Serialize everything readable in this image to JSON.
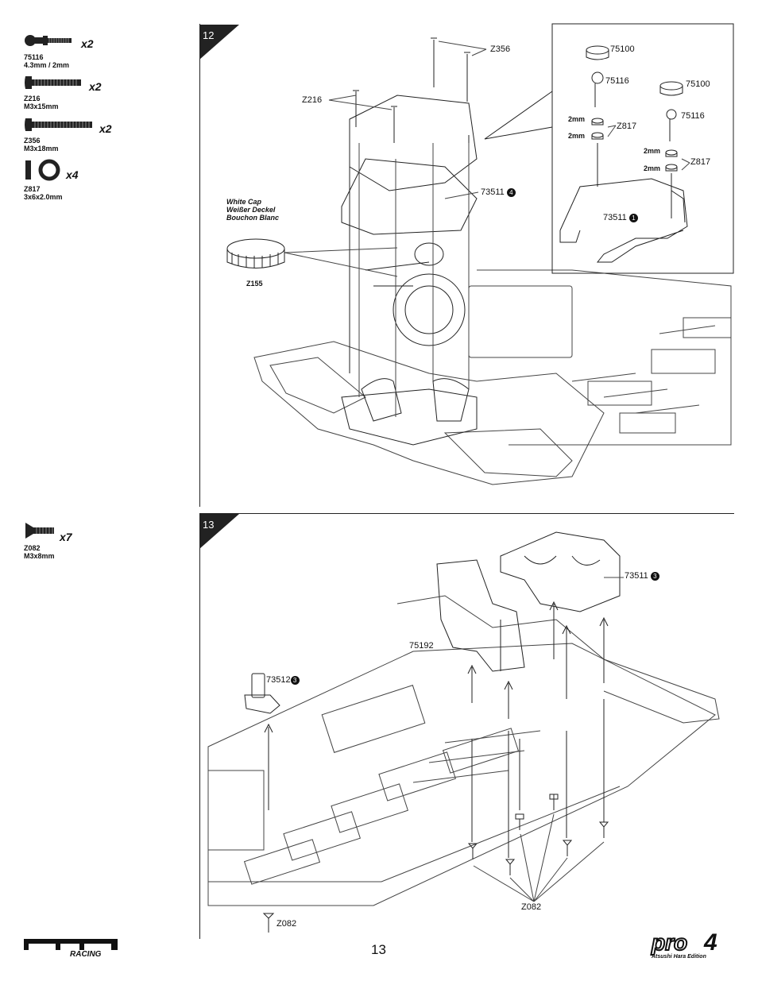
{
  "parts": [
    {
      "number": "75116",
      "spec": "4.3mm / 2mm",
      "qty": "x2",
      "icon": "ball-stud-icon"
    },
    {
      "number": "Z216",
      "spec": "M3x15mm",
      "qty": "x2",
      "icon": "cap-screw-icon"
    },
    {
      "number": "Z356",
      "spec": "M3x18mm",
      "qty": "x2",
      "icon": "cap-screw-icon"
    },
    {
      "number": "Z817",
      "spec": "3x6x2.0mm",
      "qty": "x4",
      "icon": "washer-icon"
    },
    {
      "number": "Z082",
      "spec": "M3x8mm",
      "qty": "x7",
      "icon": "flat-head-screw-icon"
    }
  ],
  "step12": {
    "number": "12",
    "note": [
      "White Cap",
      "Weißer Deckel",
      "Bouchon Blanc"
    ],
    "cap_label": "Z155",
    "labels": {
      "z356": "Z356",
      "z216": "Z216",
      "part_73511": "73511",
      "part_73511_mark": "4"
    },
    "inset": {
      "cap_a": "75100",
      "ball_a": "75116",
      "shim_a1": "2mm",
      "shim_a2": "2mm",
      "washer_a": "Z817",
      "cap_b": "75100",
      "ball_b": "75116",
      "shim_b1": "2mm",
      "shim_b2": "2mm",
      "washer_b": "Z817",
      "part": "73511",
      "part_mark": "1"
    }
  },
  "step13": {
    "number": "13",
    "labels": {
      "part_73511": "73511",
      "part_73511_mark": "3",
      "part_75192": "75192",
      "part_73512": "73512",
      "part_73512_mark": "3",
      "screw_group": "Z082",
      "screw_single": "Z082"
    }
  },
  "footer": {
    "page_number": "13",
    "brand_left": "HPI RACING",
    "brand_right": "pro4",
    "brand_right_sub": "Atsushi Hara Edition"
  }
}
